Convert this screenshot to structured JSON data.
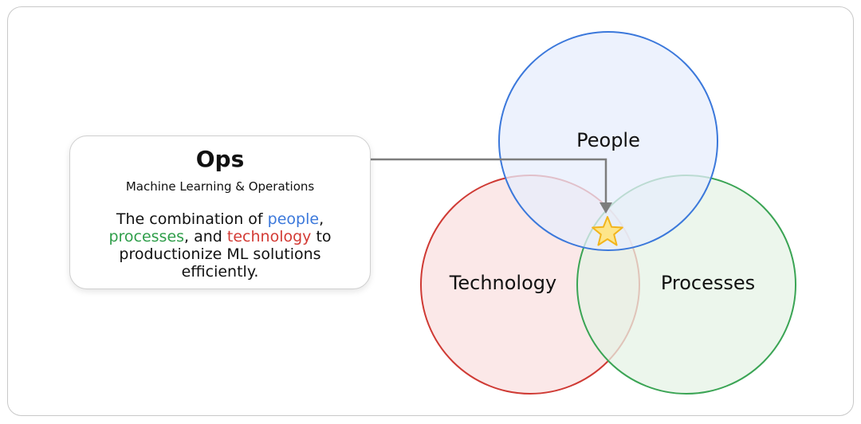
{
  "callout": {
    "title": "Ops",
    "subtitle": "Machine Learning & Operations",
    "body": {
      "prefix": "The combination of ",
      "people": "people",
      "sep1": ",",
      "processes": "processes",
      "sep2": ", and ",
      "technology": "technology",
      "suffix": " to productionize ML solutions efficiently."
    }
  },
  "venn": {
    "people": {
      "label": "People",
      "stroke": "#3b78db",
      "fill": "#e7eefc"
    },
    "technology": {
      "label": "Technology",
      "stroke": "#cf3a34",
      "fill": "#fbe6e5"
    },
    "processes": {
      "label": "Processes",
      "stroke": "#3aa454",
      "fill": "#e5f3e6"
    }
  },
  "marker": {
    "icon": "star-icon",
    "fill": "#fde58a",
    "stroke": "#f2b51c"
  },
  "colors": {
    "people_text": "#3b78db",
    "processes_text": "#2f9e4a",
    "technology_text": "#d33b35"
  }
}
